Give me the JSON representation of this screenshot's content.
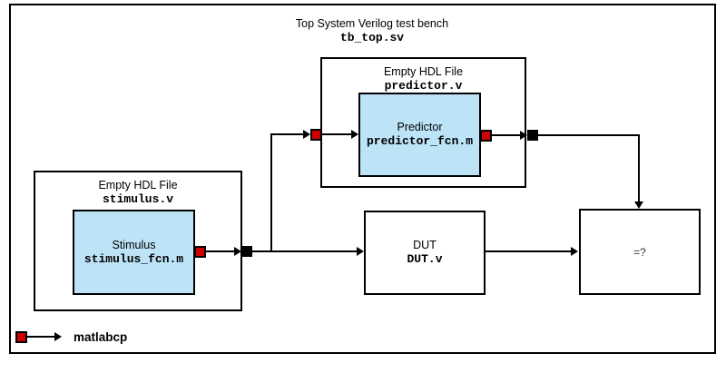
{
  "title": {
    "line1": "Top System Verilog test bench",
    "line2": "tb_top.sv"
  },
  "predictor_wrapper": {
    "title": "Empty HDL File",
    "file": "predictor.v"
  },
  "predictor": {
    "name": "Predictor",
    "file": "predictor_fcn.m"
  },
  "stimulus_wrapper": {
    "title": "Empty HDL File",
    "file": "stimulus.v"
  },
  "stimulus": {
    "name": "Stimulus",
    "file": "stimulus_fcn.m"
  },
  "dut": {
    "name": "DUT",
    "file": "DUT.v"
  },
  "comparator": {
    "label": "=?"
  },
  "legend": {
    "label": "matlabcp"
  },
  "colors": {
    "block_fill": "#BDE3F7",
    "port_red": "#CC0000",
    "port_black": "#000000",
    "line": "#000000"
  }
}
